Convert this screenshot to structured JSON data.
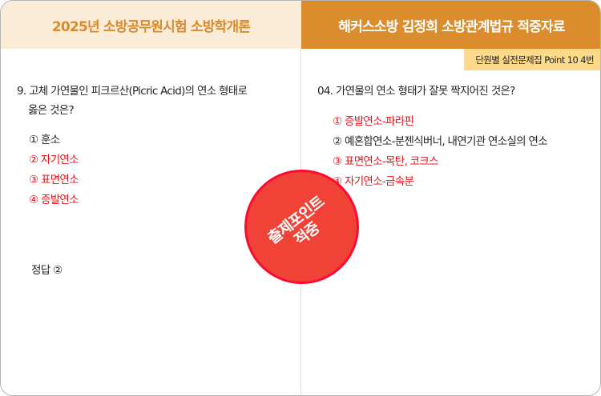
{
  "left": {
    "header_title": "2025년 소방공무원시험 소방학개론",
    "question": {
      "line1": "9. 고체 가연물인 피크르산(Picric Acid)의 연소 형태로",
      "line2": "옳은 것은?"
    },
    "options": [
      {
        "label": "① 훈소",
        "color": "#222222"
      },
      {
        "label": "② 자기연소",
        "color": "#e8121a"
      },
      {
        "label": "③ 표면연소",
        "color": "#e8121a"
      },
      {
        "label": "④ 증발연소",
        "color": "#e8121a"
      }
    ],
    "answer": "정답 ②"
  },
  "right": {
    "header_title": "해커스소방 김정희 소방관계법규 적중자료",
    "source_tag": "단원별 실전문제집 Point 10 4번",
    "question": "04. 가연물의 연소 형태가 잘못 짝지어진 것은?",
    "options": [
      {
        "label": "① 증발연소-파라핀",
        "color": "#e8121a"
      },
      {
        "label": "② 예혼합연소-분젠식버너, 내연기관 연소실의 연소",
        "color": "#222222"
      },
      {
        "label": "③ 표면연소-목탄, 코크스",
        "color": "#e8121a"
      },
      {
        "label": "④ 자기연소-금속분",
        "color": "#e8121a"
      }
    ]
  },
  "stamp": {
    "line1": "출제포인트",
    "line2": "적중"
  },
  "colors": {
    "left_header_bg": "#fbecd8",
    "left_header_text": "#d98b2c",
    "right_header_bg": "#db8d2e",
    "tag_bg": "#fdd98a",
    "highlight_red": "#e8121a",
    "stamp_bg": "#f04236"
  }
}
